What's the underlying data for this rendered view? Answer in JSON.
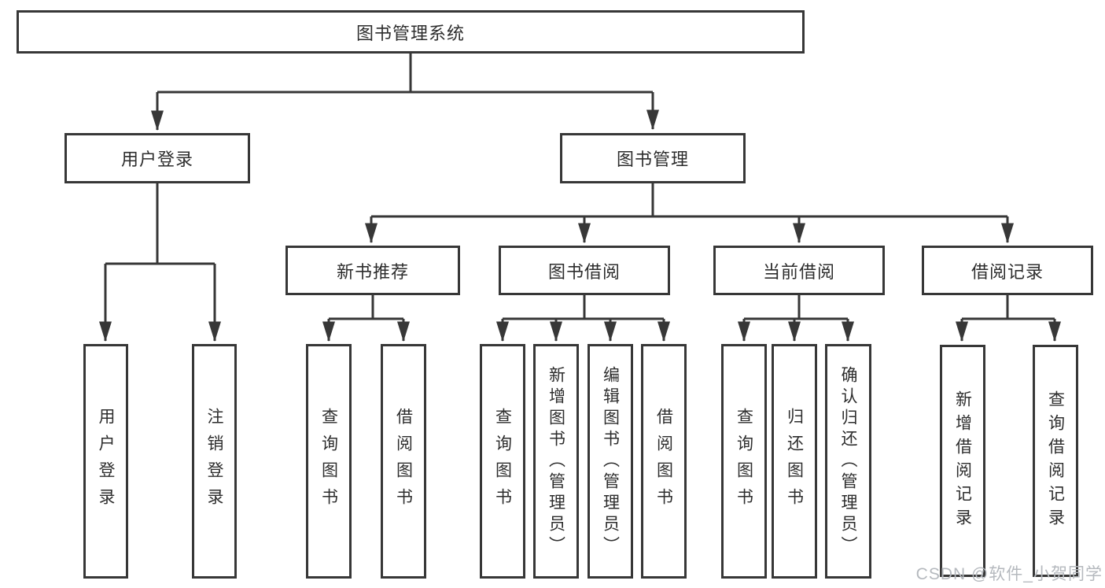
{
  "diagram": {
    "root": {
      "label": "图书管理系统"
    },
    "children": [
      {
        "label": "用户登录",
        "children": [
          {
            "label": "用户登录"
          },
          {
            "label": "注销登录"
          }
        ]
      },
      {
        "label": "图书管理",
        "children": [
          {
            "label": "新书推荐",
            "children": [
              {
                "label": "查询图书"
              },
              {
                "label": "借阅图书"
              }
            ]
          },
          {
            "label": "图书借阅",
            "children": [
              {
                "label": "查询图书"
              },
              {
                "label": "新增图书（管理员）"
              },
              {
                "label": "编辑图书（管理员）"
              },
              {
                "label": "借阅图书"
              }
            ]
          },
          {
            "label": "当前借阅",
            "children": [
              {
                "label": "查询图书"
              },
              {
                "label": "归还图书"
              },
              {
                "label": "确认归还（管理员）"
              }
            ]
          },
          {
            "label": "借阅记录",
            "children": [
              {
                "label": "新增借阅记录"
              },
              {
                "label": "查询借阅记录"
              }
            ]
          }
        ]
      }
    ]
  },
  "watermark": {
    "text": "CSDN @软件_小贺同学"
  },
  "colors": {
    "line": "#373737",
    "box_border": "#373737",
    "text": "#2d2d2d",
    "watermark": "#b5b9be",
    "background": "#ffffff"
  }
}
